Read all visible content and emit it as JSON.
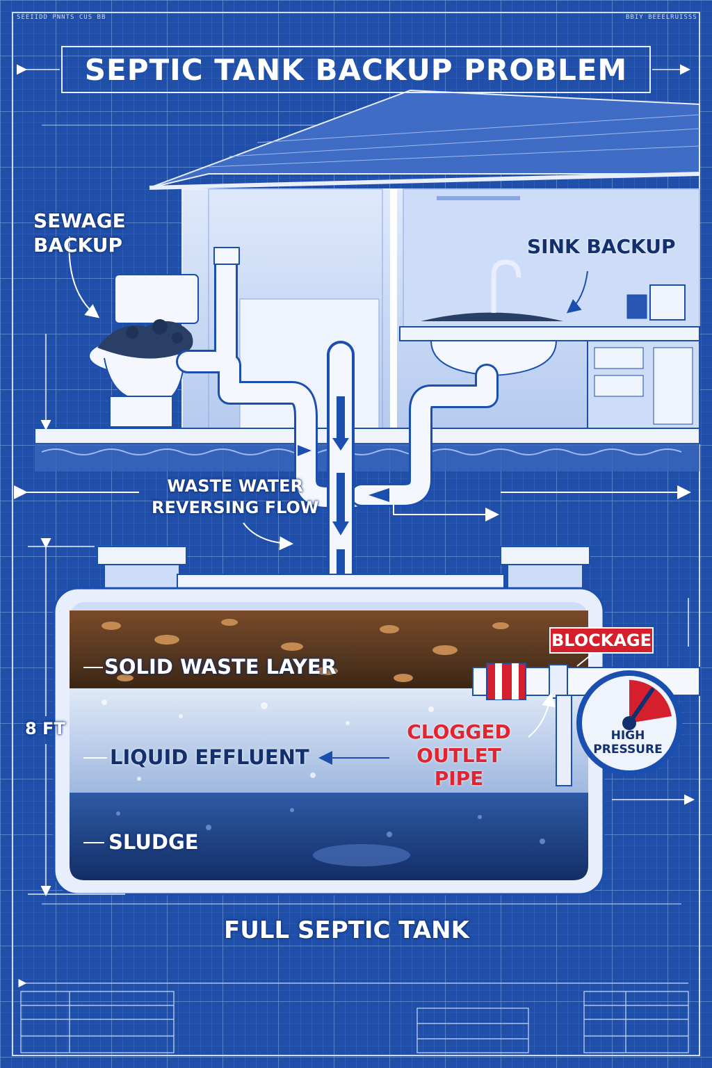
{
  "title": "SEPTIC TANK BACKUP PROBLEM",
  "corner_text": {
    "top_left": "SEEIIDD  PNNTS CUS  BB",
    "top_right": "BBIY  BEEELRUISSS"
  },
  "labels": {
    "sewage_backup": [
      "SEWAGE",
      "BACKUP"
    ],
    "sink_backup": "SINK BACKUP",
    "waste_water": [
      "WASTE WATER",
      "REVERSING FLOW"
    ],
    "blockage": "BLOCKAGE",
    "solid_waste": "SOLID WASTE LAYER",
    "clogged": [
      "CLOGGED",
      "OUTLET PIPE"
    ],
    "liquid": "LIQUID EFFLUENT",
    "sludge": "SLUDGE",
    "height": "8 FT",
    "gauge": [
      "HIGH",
      "PRESSURE"
    ],
    "full_tank": "FULL SEPTIC TANK"
  },
  "colors": {
    "blueprint_bg": "#1f4fa8",
    "grid_line": "#5d86d6",
    "line_white": "#e8eefc",
    "alert_red": "#d61f2c",
    "solid_brown": "#5a3a22",
    "liquid_light": "#b9cbe6",
    "sludge_dark": "#1d3f7d"
  },
  "icons": [
    "toilet-icon",
    "sink-icon",
    "pressure-gauge-icon",
    "flow-arrow-icon"
  ]
}
